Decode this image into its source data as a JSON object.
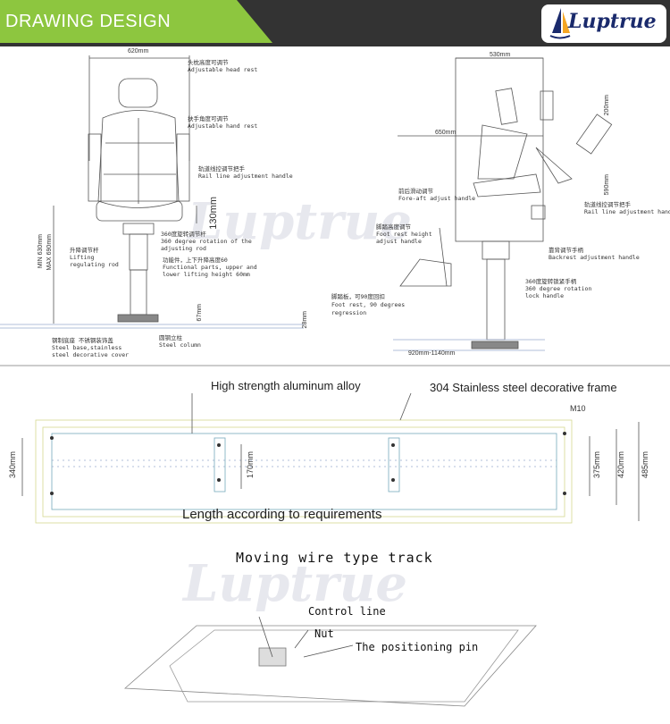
{
  "header": {
    "title": "DRAWING DESIGN",
    "brand": "Luptrue"
  },
  "chair_front": {
    "width_dim": "620mm",
    "headrest_cn": "头枕高度可调节",
    "headrest_en": "Adjustable head rest",
    "armrest_cn": "扶手角度可调节",
    "armrest_en": "Adjustable hand rest",
    "rail_cn": "轨道线控调节把手",
    "rail_en": "Rail line adjustment handle",
    "seat_height_dim": "130mm",
    "rotation_cn": "360度旋转调节杆",
    "rotation_en1": "360 degree rotation of the",
    "rotation_en2": "adjusting rod",
    "functional_cn": "功能件，上下升降高度60",
    "functional_en1": "Functional parts, upper and",
    "functional_en2": "lower lifting height 60mm",
    "lifting_cn": "升降调节杆",
    "lifting_en1": "Lifting",
    "lifting_en2": "regulating rod",
    "minmax_dim1": "MIN 630mm",
    "minmax_dim2": "MAX 690mm",
    "base_dim": "67mm",
    "floor_dim": "28mm",
    "base_cn": "钢制底座 不锈钢装饰盖",
    "base_en1": "Steel base,stainless",
    "base_en2": "steel decorative cover",
    "column_cn": "圆钢立柱",
    "column_en": "Steel column"
  },
  "chair_side": {
    "width_dim": "530mm",
    "top_dim": "200mm",
    "depth_dim": "650mm",
    "height_dim": "590mm",
    "foreaft_cn": "前后滑动调节",
    "foreaft_en": "Fore-aft adjust handle",
    "rail_cn": "轨道线控调节把手",
    "rail_en": "Rail line adjustment handle",
    "footrest_cn": "脚踏高度调节",
    "footrest_en1": "Foot rest height",
    "footrest_en2": "adjust handle",
    "backrest_cn": "靠背调节手柄",
    "backrest_en": "Backrest adjustment handle",
    "footfold_cn": "脚踏板，可90度回扣",
    "footfold_en1": "Foot rest, 90 degrees",
    "footfold_en2": "regression",
    "lock_cn": "360度旋转锁紧手柄",
    "lock_en1": "360 degree rotation",
    "lock_en2": "lock handle",
    "range_dim": "920mm-1140mm"
  },
  "rail": {
    "alloy": "High strength aluminum alloy",
    "frame": "304 Stainless steel decorative frame",
    "bolt": "M10",
    "dim_340": "340mm",
    "dim_170": "170mm",
    "dim_375": "375mm",
    "dim_420": "420mm",
    "dim_485": "485mm",
    "length": "Length according to requirements"
  },
  "track": {
    "title": "Moving wire type track",
    "control": "Control line",
    "nut": "Nut",
    "pin": "The positioning pin"
  }
}
